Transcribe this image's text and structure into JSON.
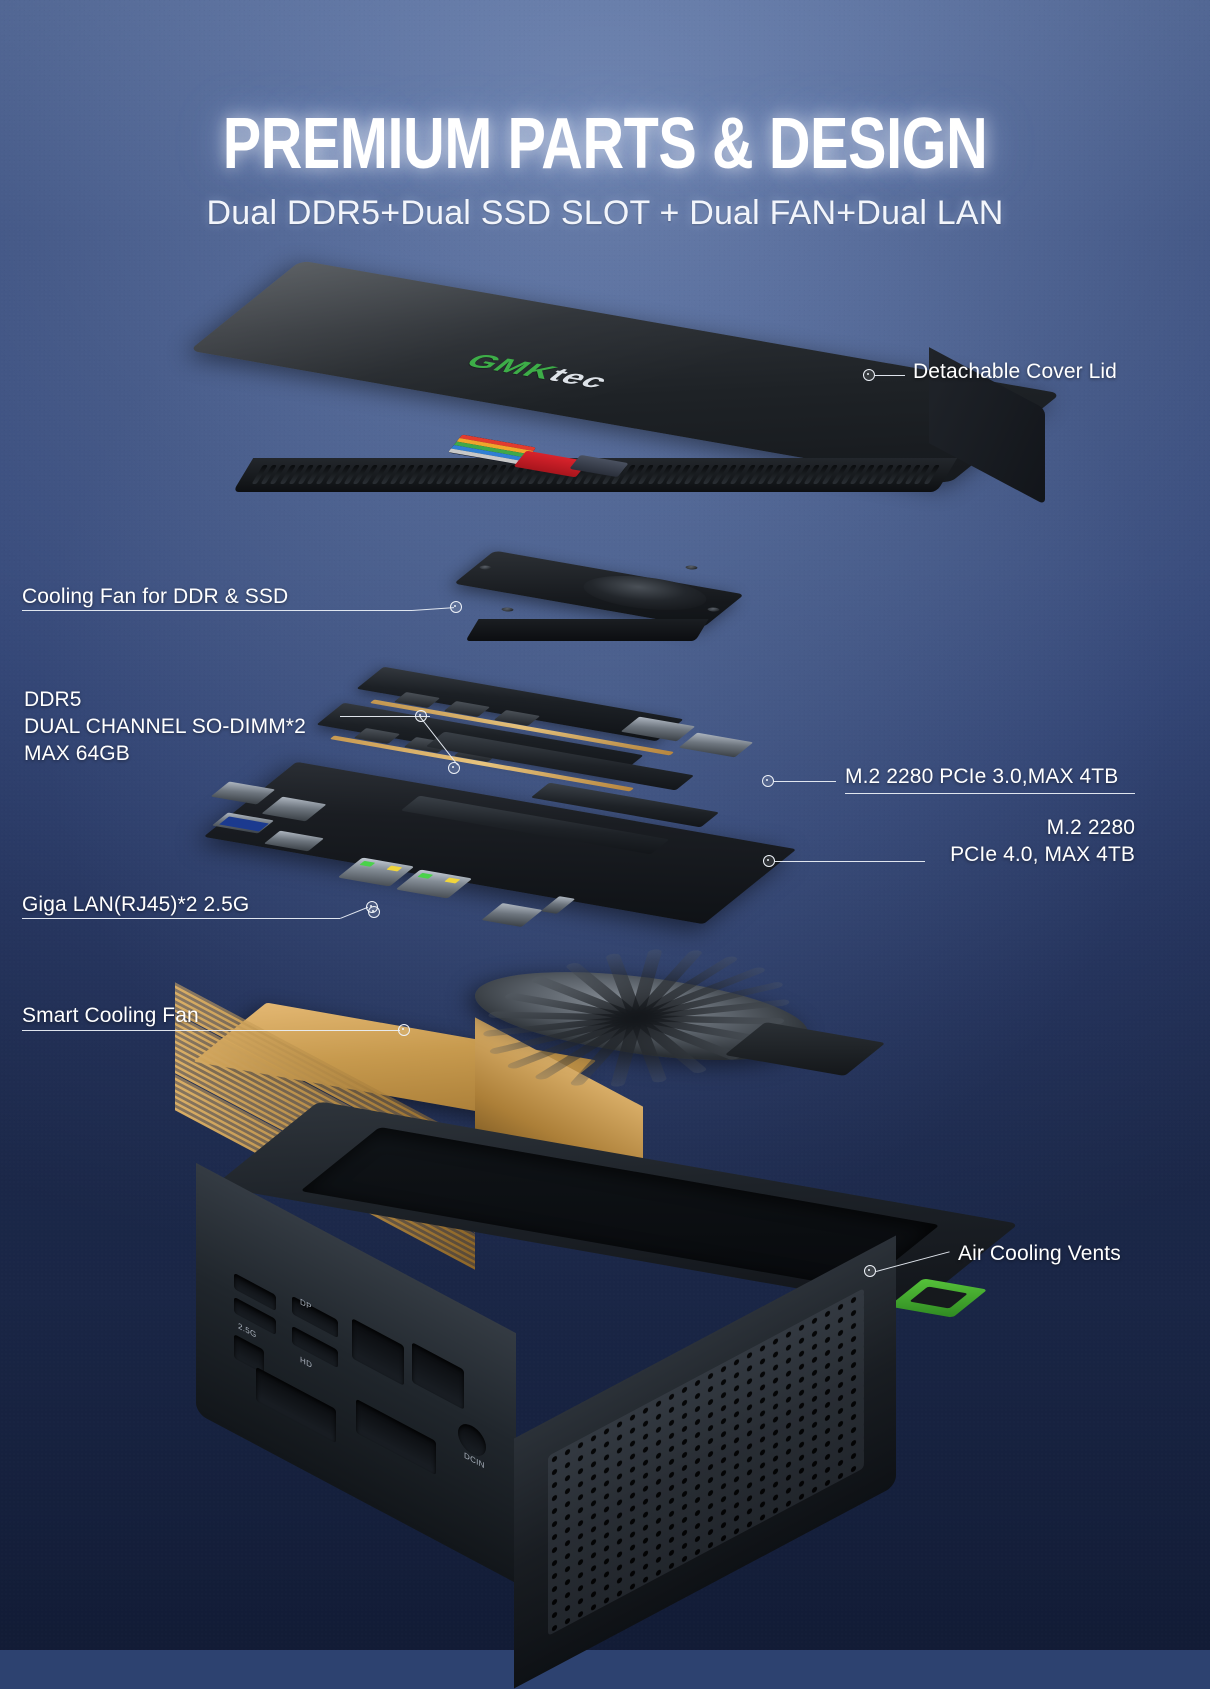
{
  "header": {
    "title": "PREMIUM PARTS & DESIGN",
    "subtitle": "Dual DDR5+Dual SSD SLOT + Dual FAN+Dual LAN"
  },
  "brand": {
    "name": "GMKtec",
    "part_green": "GMK",
    "part_white": "tec"
  },
  "callouts": [
    {
      "id": "cover-lid",
      "label": "Detachable Cover Lid"
    },
    {
      "id": "ddr-ssd-fan",
      "label": "Cooling Fan for DDR & SSD"
    },
    {
      "id": "ddr5",
      "label": "DDR5\nDUAL CHANNEL SO-DIMM*2\nMAX 64GB",
      "lines": [
        "DDR5",
        "DUAL CHANNEL SO-DIMM*2",
        "MAX 64GB"
      ]
    },
    {
      "id": "m2-pcie3",
      "label": "M.2 2280 PCIe 3.0,MAX 4TB"
    },
    {
      "id": "m2-pcie4",
      "label": "M.2 2280\nPCIe 4.0, MAX 4TB",
      "lines": [
        "M.2 2280",
        "PCIe 4.0, MAX 4TB"
      ]
    },
    {
      "id": "giga-lan",
      "label": "Giga LAN(RJ45)*2 2.5G"
    },
    {
      "id": "smart-fan",
      "label": "Smart Cooling Fan"
    },
    {
      "id": "air-vents",
      "label": "Air Cooling Vents"
    }
  ],
  "chassis_ports": [
    {
      "label": "2.5G"
    },
    {
      "label": "DP"
    },
    {
      "label": "HD"
    },
    {
      "label": "DCIN"
    }
  ],
  "colors": {
    "background_top": "#6b80ac",
    "background_bottom": "#202e52",
    "text": "#ffffff",
    "leader_line": "#e9eef6",
    "heatsink_gold": "#c79a4e",
    "accent_green": "#3fb54a",
    "sticker_red": "#d9232c"
  }
}
